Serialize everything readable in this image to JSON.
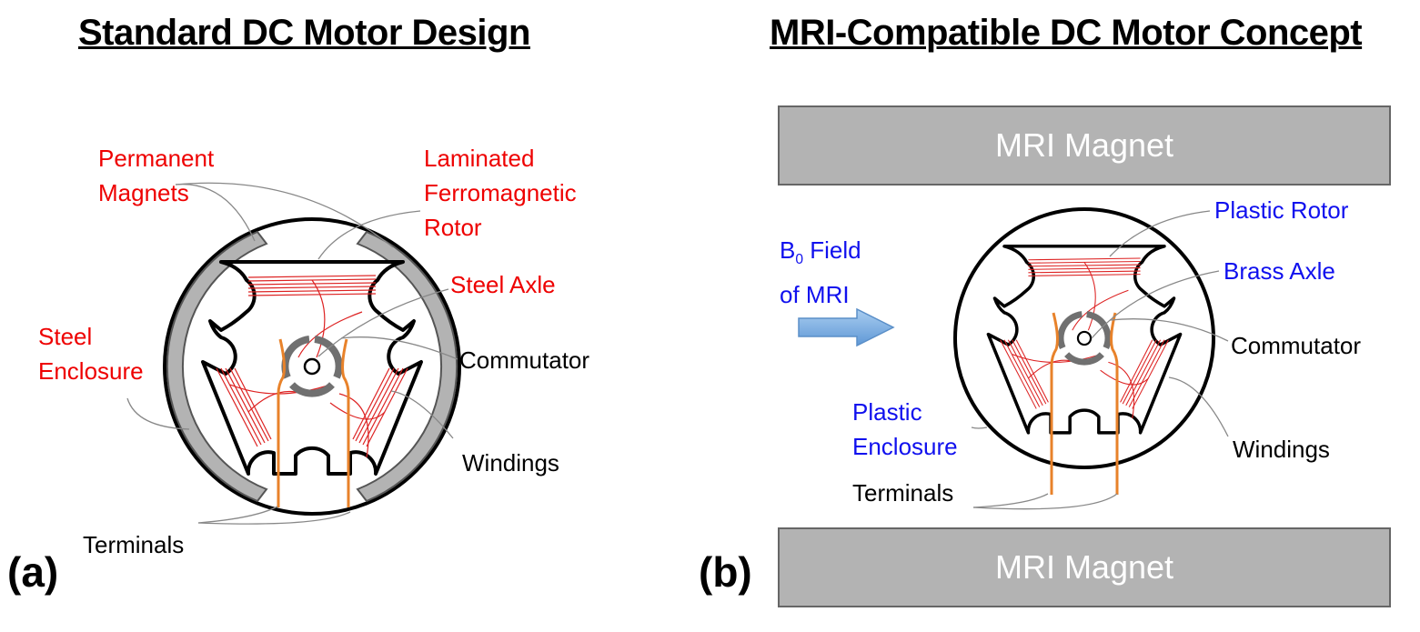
{
  "panel_a": {
    "title": "Standard DC Motor Design",
    "panel_label": "(a)",
    "labels": {
      "permanent_magnets": [
        "Permanent",
        "Magnets"
      ],
      "rotor": [
        "Laminated",
        "Ferromagnetic",
        "Rotor"
      ],
      "axle": "Steel Axle",
      "commutator": "Commutator",
      "enclosure": [
        "Steel",
        "Enclosure"
      ],
      "windings": "Windings",
      "terminals": "Terminals"
    }
  },
  "panel_b": {
    "title": "MRI-Compatible  DC Motor Concept",
    "panel_label": "(b)",
    "magnet_top": "MRI Magnet",
    "magnet_bottom": "MRI Magnet",
    "field_label": {
      "prefix": "B",
      "subscript": "0",
      "suffix": " Field",
      "line2": "of MRI"
    },
    "labels": {
      "rotor": "Plastic Rotor",
      "axle": "Brass Axle",
      "commutator": "Commutator",
      "enclosure": [
        "Plastic",
        "Enclosure"
      ],
      "windings": "Windings",
      "terminals": "Terminals"
    }
  },
  "colors": {
    "label_red": "#ee0000",
    "label_blue": "#1010ee",
    "winding_red": "#dd2222",
    "terminal_orange": "#e8822a",
    "commutator_gray": "#707070",
    "magnet_gray": "#b3b3b3",
    "arrow_blue": "#7fb0e0"
  }
}
